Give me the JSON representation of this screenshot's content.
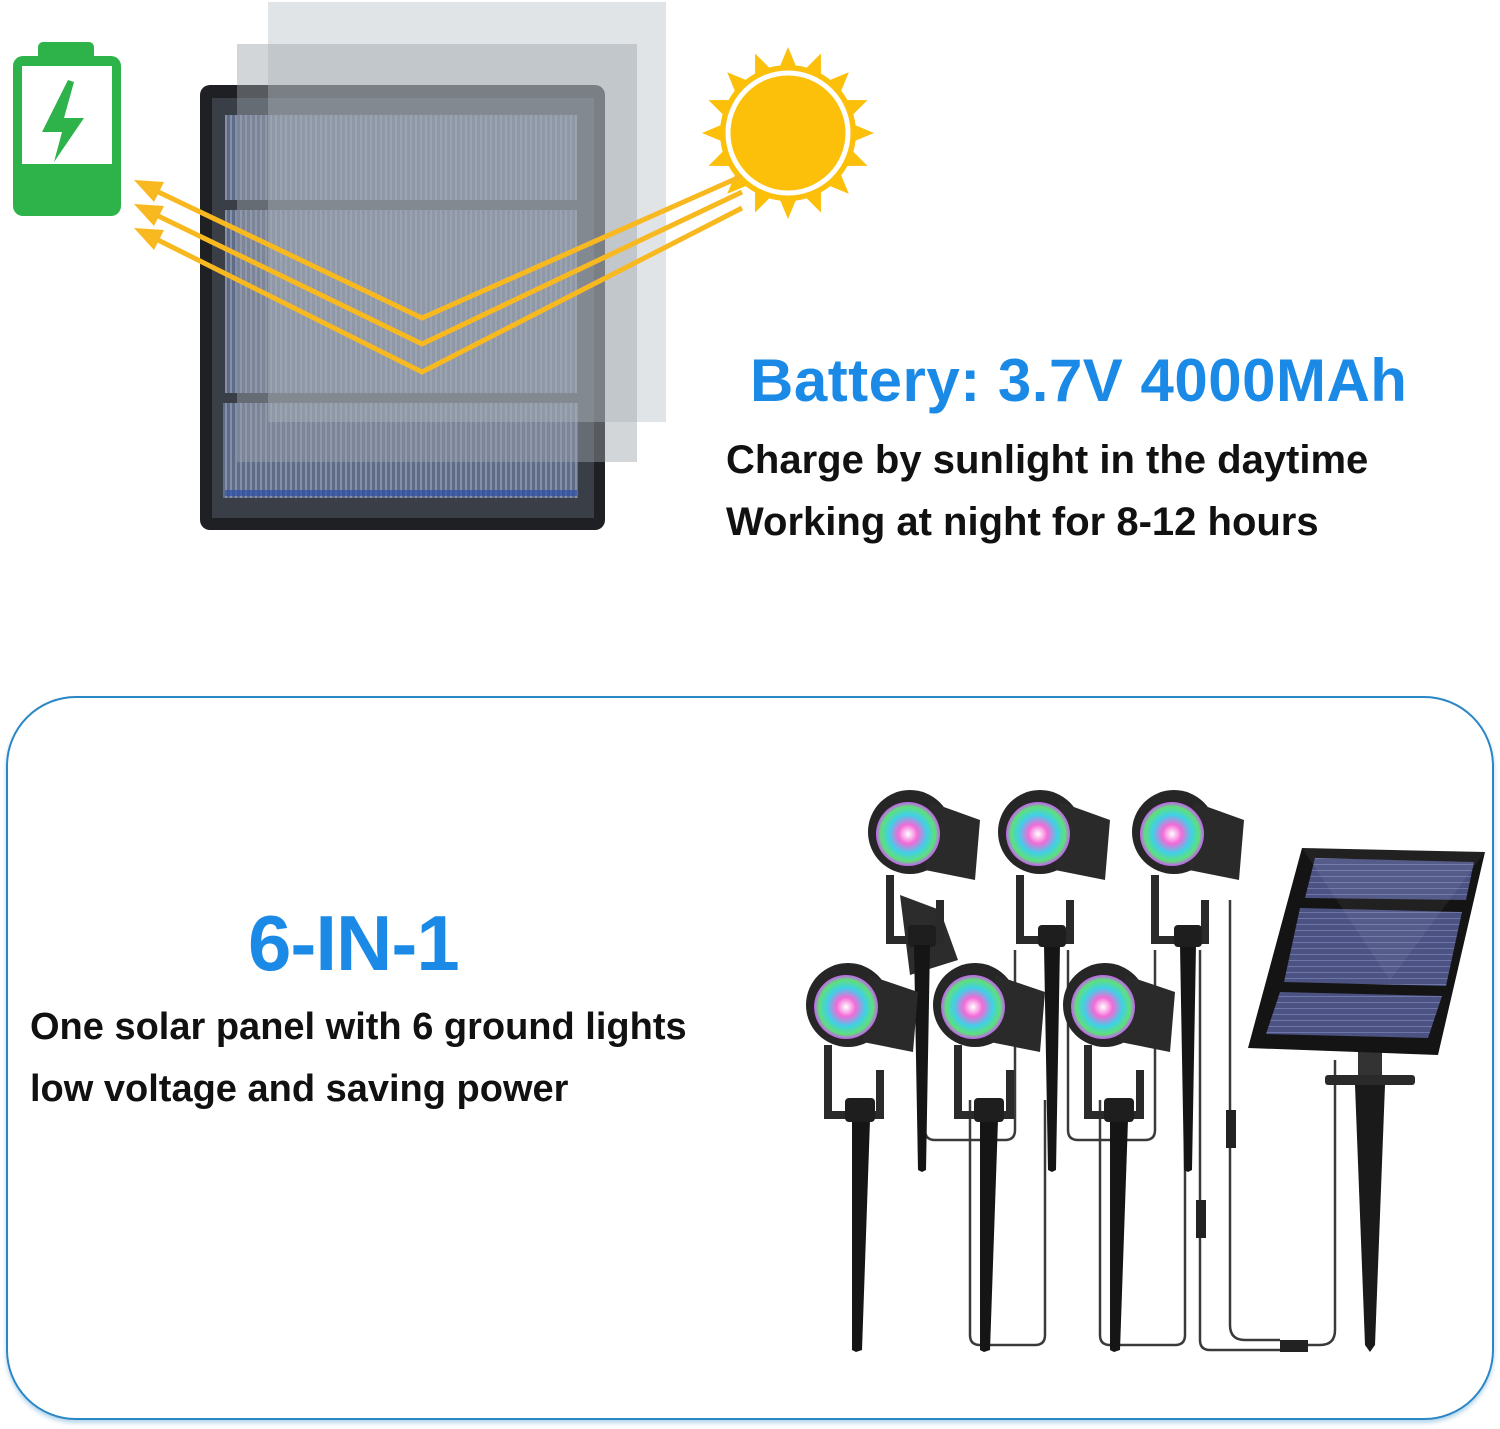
{
  "top_section": {
    "icons": {
      "battery": "battery-charging-icon",
      "sun": "sun-icon",
      "solar_panel": "solar-panel-illustration"
    },
    "title": "Battery: 3.7V 4000MAh",
    "lines": [
      "Charge by sunlight in the daytime",
      "Working at night for 8-12 hours"
    ]
  },
  "bottom_section": {
    "title": "6-IN-1",
    "lines": [
      "One solar panel with 6 ground lights",
      "low voltage and saving power"
    ],
    "product_image": {
      "spotlight_count": 6,
      "solar_panel_count": 1
    }
  },
  "colors": {
    "accent_blue": "#1a8ae6",
    "battery_green": "#2db34a",
    "sun_yellow": "#fcbf0a",
    "card_border": "#2b86c5",
    "text_black": "#111111"
  }
}
